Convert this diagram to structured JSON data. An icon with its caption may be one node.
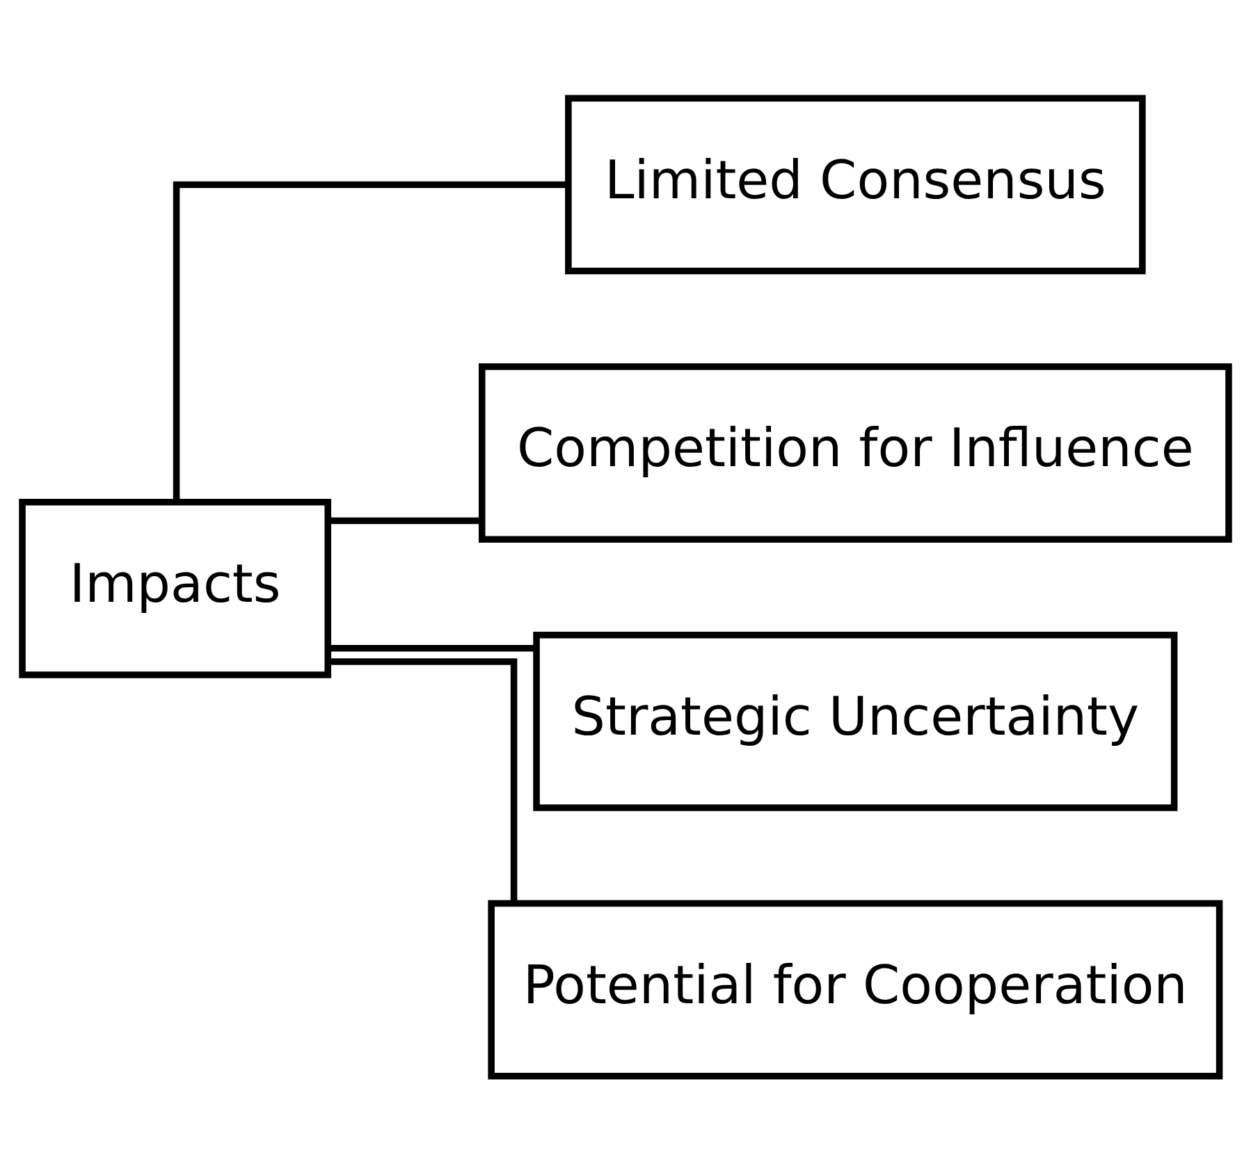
{
  "diagram": {
    "nodes": [
      {
        "text": [
          "Impacts"
        ]
      },
      {
        "text": [
          "Limited Consensus"
        ]
      },
      {
        "text": [
          "Competition for Influence"
        ]
      },
      {
        "text": [
          "Strategic Uncertainty"
        ]
      },
      {
        "text": [
          "Potential for Cooperation"
        ]
      }
    ],
    "edges": [
      {
        "from": 0,
        "to": 1,
        "arrow": "none"
      },
      {
        "from": 0,
        "to": 2,
        "arrow": "none"
      },
      {
        "from": 0,
        "to": 3,
        "arrow": "none"
      },
      {
        "from": 0,
        "to": 4,
        "arrow": "none"
      }
    ]
  }
}
